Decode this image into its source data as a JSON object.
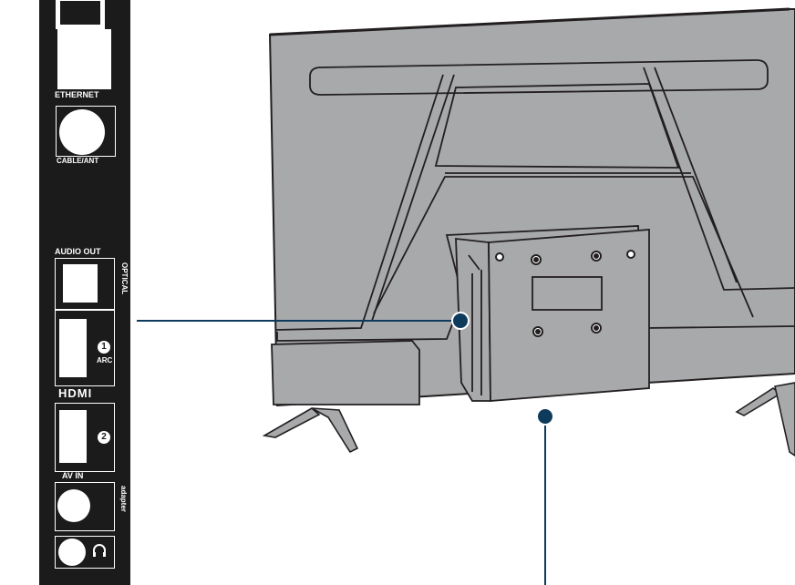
{
  "panel": {
    "ethernet_label": "ETHERNET",
    "cable_ant_label": "CABLE/ANT",
    "audio_out_label": "AUDIO OUT",
    "optical_label": "OPTICAL",
    "hdmi1_number": "1",
    "arc_label": "ARC",
    "hdmi_logo": "HDMI",
    "hdmi2_number": "2",
    "av_in_label": "AV IN",
    "adapter_label": "adapter",
    "headphone_icon": "headphone-icon"
  },
  "colors": {
    "panel_bg": "#1b1b1b",
    "tv_body": "#a7a9ab",
    "tv_outline": "#231f20",
    "callout_line": "#0e3a5c",
    "callout_dot": "#0e3a5c"
  }
}
